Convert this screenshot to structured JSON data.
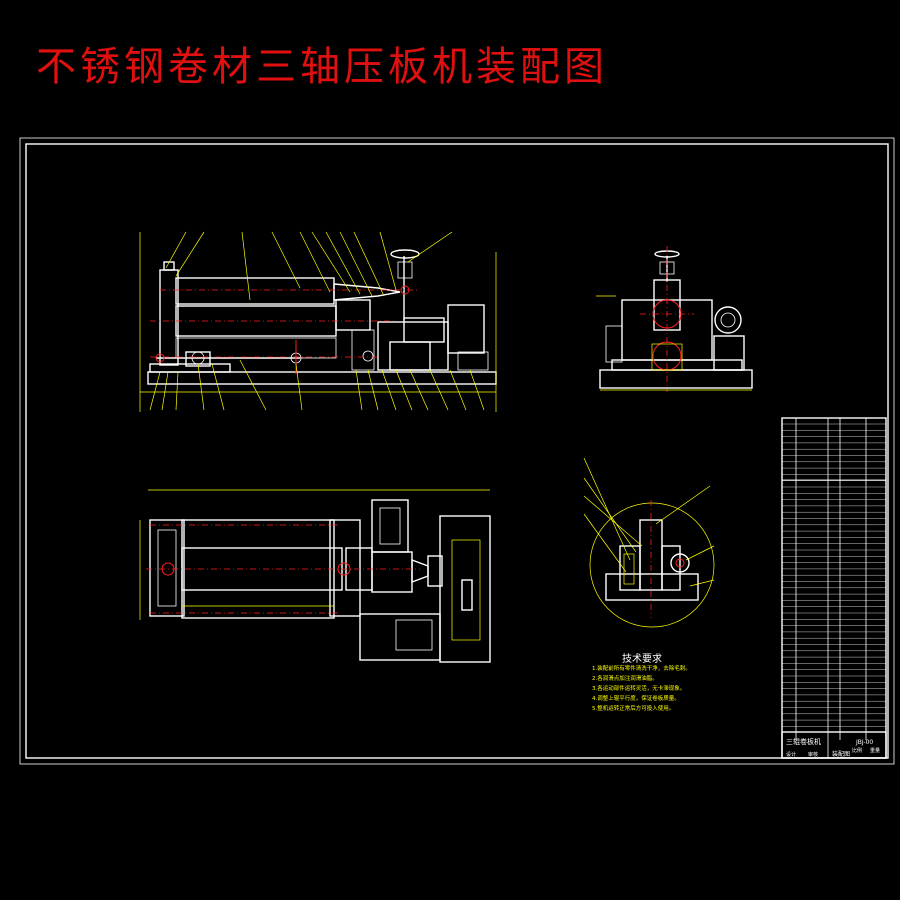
{
  "title": "不锈钢卷材三轴压板机装配图",
  "notes": {
    "heading": "技术要求",
    "items": [
      "1.装配前所有零件清洗干净，去除毛刺。",
      "2.各润滑点加注润滑油脂。",
      "3.各运动部件运转灵活，无卡滞现象。",
      "4.调整上辊平行度，保证卷板质量。",
      "5.整机运转正常后方可投入使用。"
    ]
  },
  "title_block": {
    "main_name": "三辊卷板机",
    "sub_name": "装配图",
    "drawing_no": "JBJ-00",
    "fields": [
      "设计",
      "审核",
      "比例",
      "重量"
    ]
  },
  "colors": {
    "background": "#000000",
    "title": "#e01010",
    "outline": "#ffffff",
    "leader": "#ffff00",
    "centerline": "#ff2020",
    "table_header": "#1030d0"
  }
}
